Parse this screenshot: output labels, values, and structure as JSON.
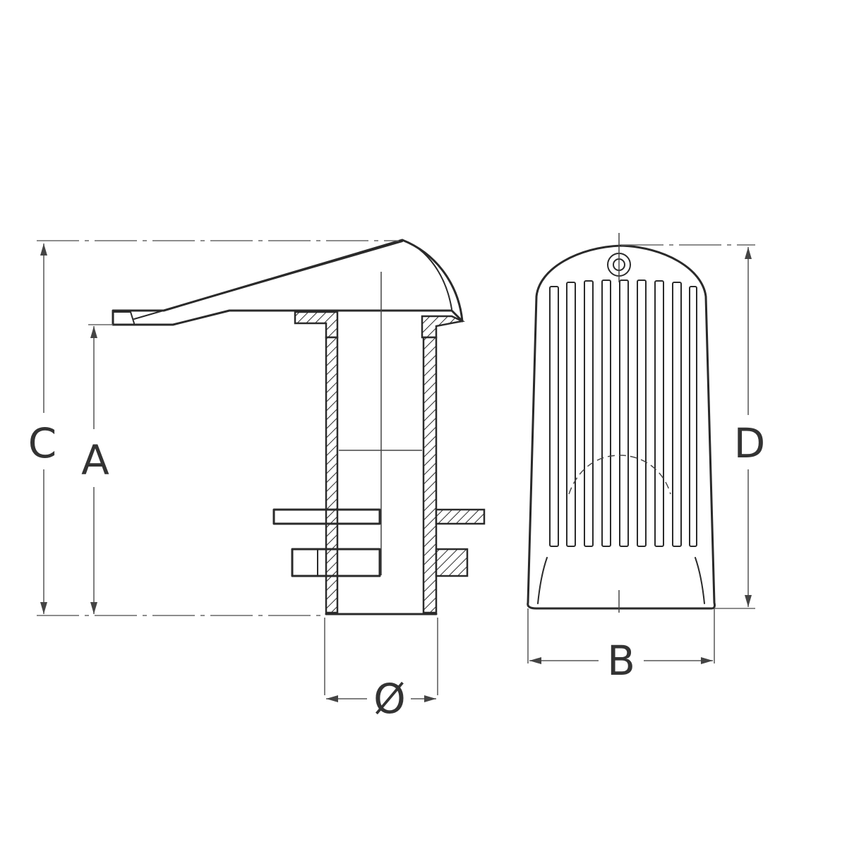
{
  "labels": {
    "c": "C",
    "a": "A",
    "diameter": "Ø",
    "b": "B",
    "d": "D"
  },
  "colors": {
    "line": "#2a2a2a",
    "background": "#ffffff"
  }
}
